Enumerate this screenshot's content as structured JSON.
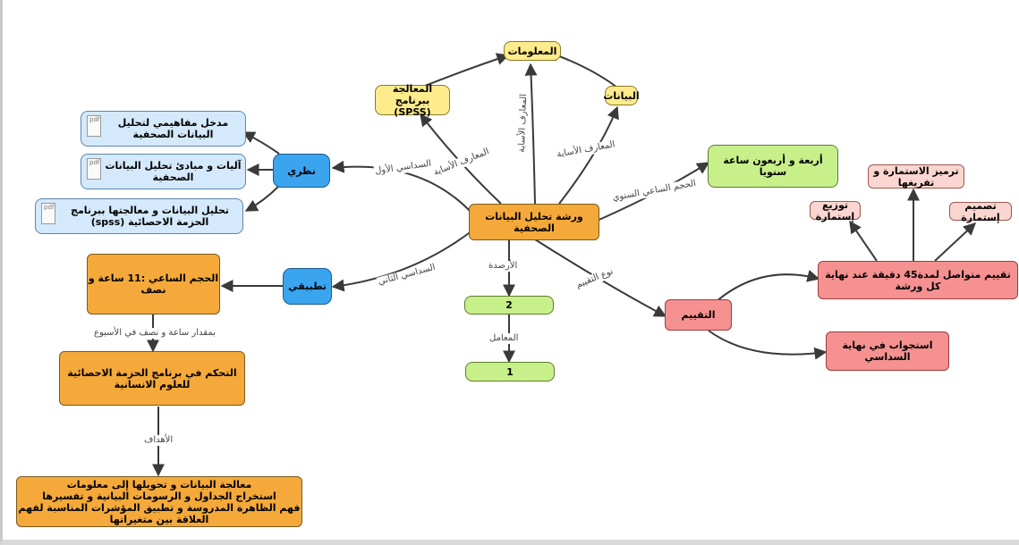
{
  "nodes": {
    "center": "ورشة تحليل البيانات الصحفية",
    "info": "المعلومات",
    "spss": "المعالجة ببرنامج (SPSS)",
    "data": "البيانات",
    "weekly": "أربعة و أربعون ساعة سنويا",
    "theory": "نظري",
    "theory_item1": "مدخل مفاهيمي لتحليل البيانات الصحفية",
    "theory_item2": "آليات و مبادئ تحليل البيانات الصحفية",
    "theory_item3": "تحليل البيانات و معالجتها ببرنامج الحزمة الاحصائية (spss)",
    "practice": "تطبيقي",
    "hours": "الحجم الساعي :11 ساعة و نصف",
    "control": "التحكم في برنامج الحزمة الاحصائية للعلوم الانسانية",
    "goals": [
      "معالجة البيانات و تحويلها إلى معلومات",
      "استخراج الجداول و الرسومات البيانية و تفسيرها",
      "فهم الظاهرة المدروسة و تطبيق المؤشرات المناسبة لفهم العلاقة بين متغيراتها"
    ],
    "credits": "2",
    "coef": "1",
    "eval": "التقييم",
    "continuous": "تقييم متواصل لمدة45 دقيقة عند نهاية كل ورشة",
    "exam": "استجواب في نهاية السداسي",
    "design": "تصميم إستمارة",
    "coding": "ترميز الاستمارة و تفريغها",
    "distribute": "توزيع إستمارة",
    "pdf": "pdf"
  },
  "labels": {
    "knowledge1": "المعارف الأساية",
    "knowledge2": "المعارف الأساية",
    "knowledge3": "المعارف الأساية",
    "sem1": "السداسي الأول",
    "sem2": "السداسي الثاني",
    "weekly_hours": "الحجم الساعي السنوي",
    "credits": "الأرصدة",
    "coef": "المعامل",
    "eval_type": "نوع التقييم",
    "per_week": "بمقدار ساعة و نصف في الأسبوع",
    "goals": "الأهداف"
  },
  "colors": {
    "orange": "#f4a93a",
    "yellow": "#fdeb8c",
    "green": "#c8f08a",
    "blue": "#3aa4ef",
    "light_blue": "#d4e9fb",
    "red": "#f59191",
    "pink": "#fbd6d0",
    "link": "#3a3a3a"
  }
}
